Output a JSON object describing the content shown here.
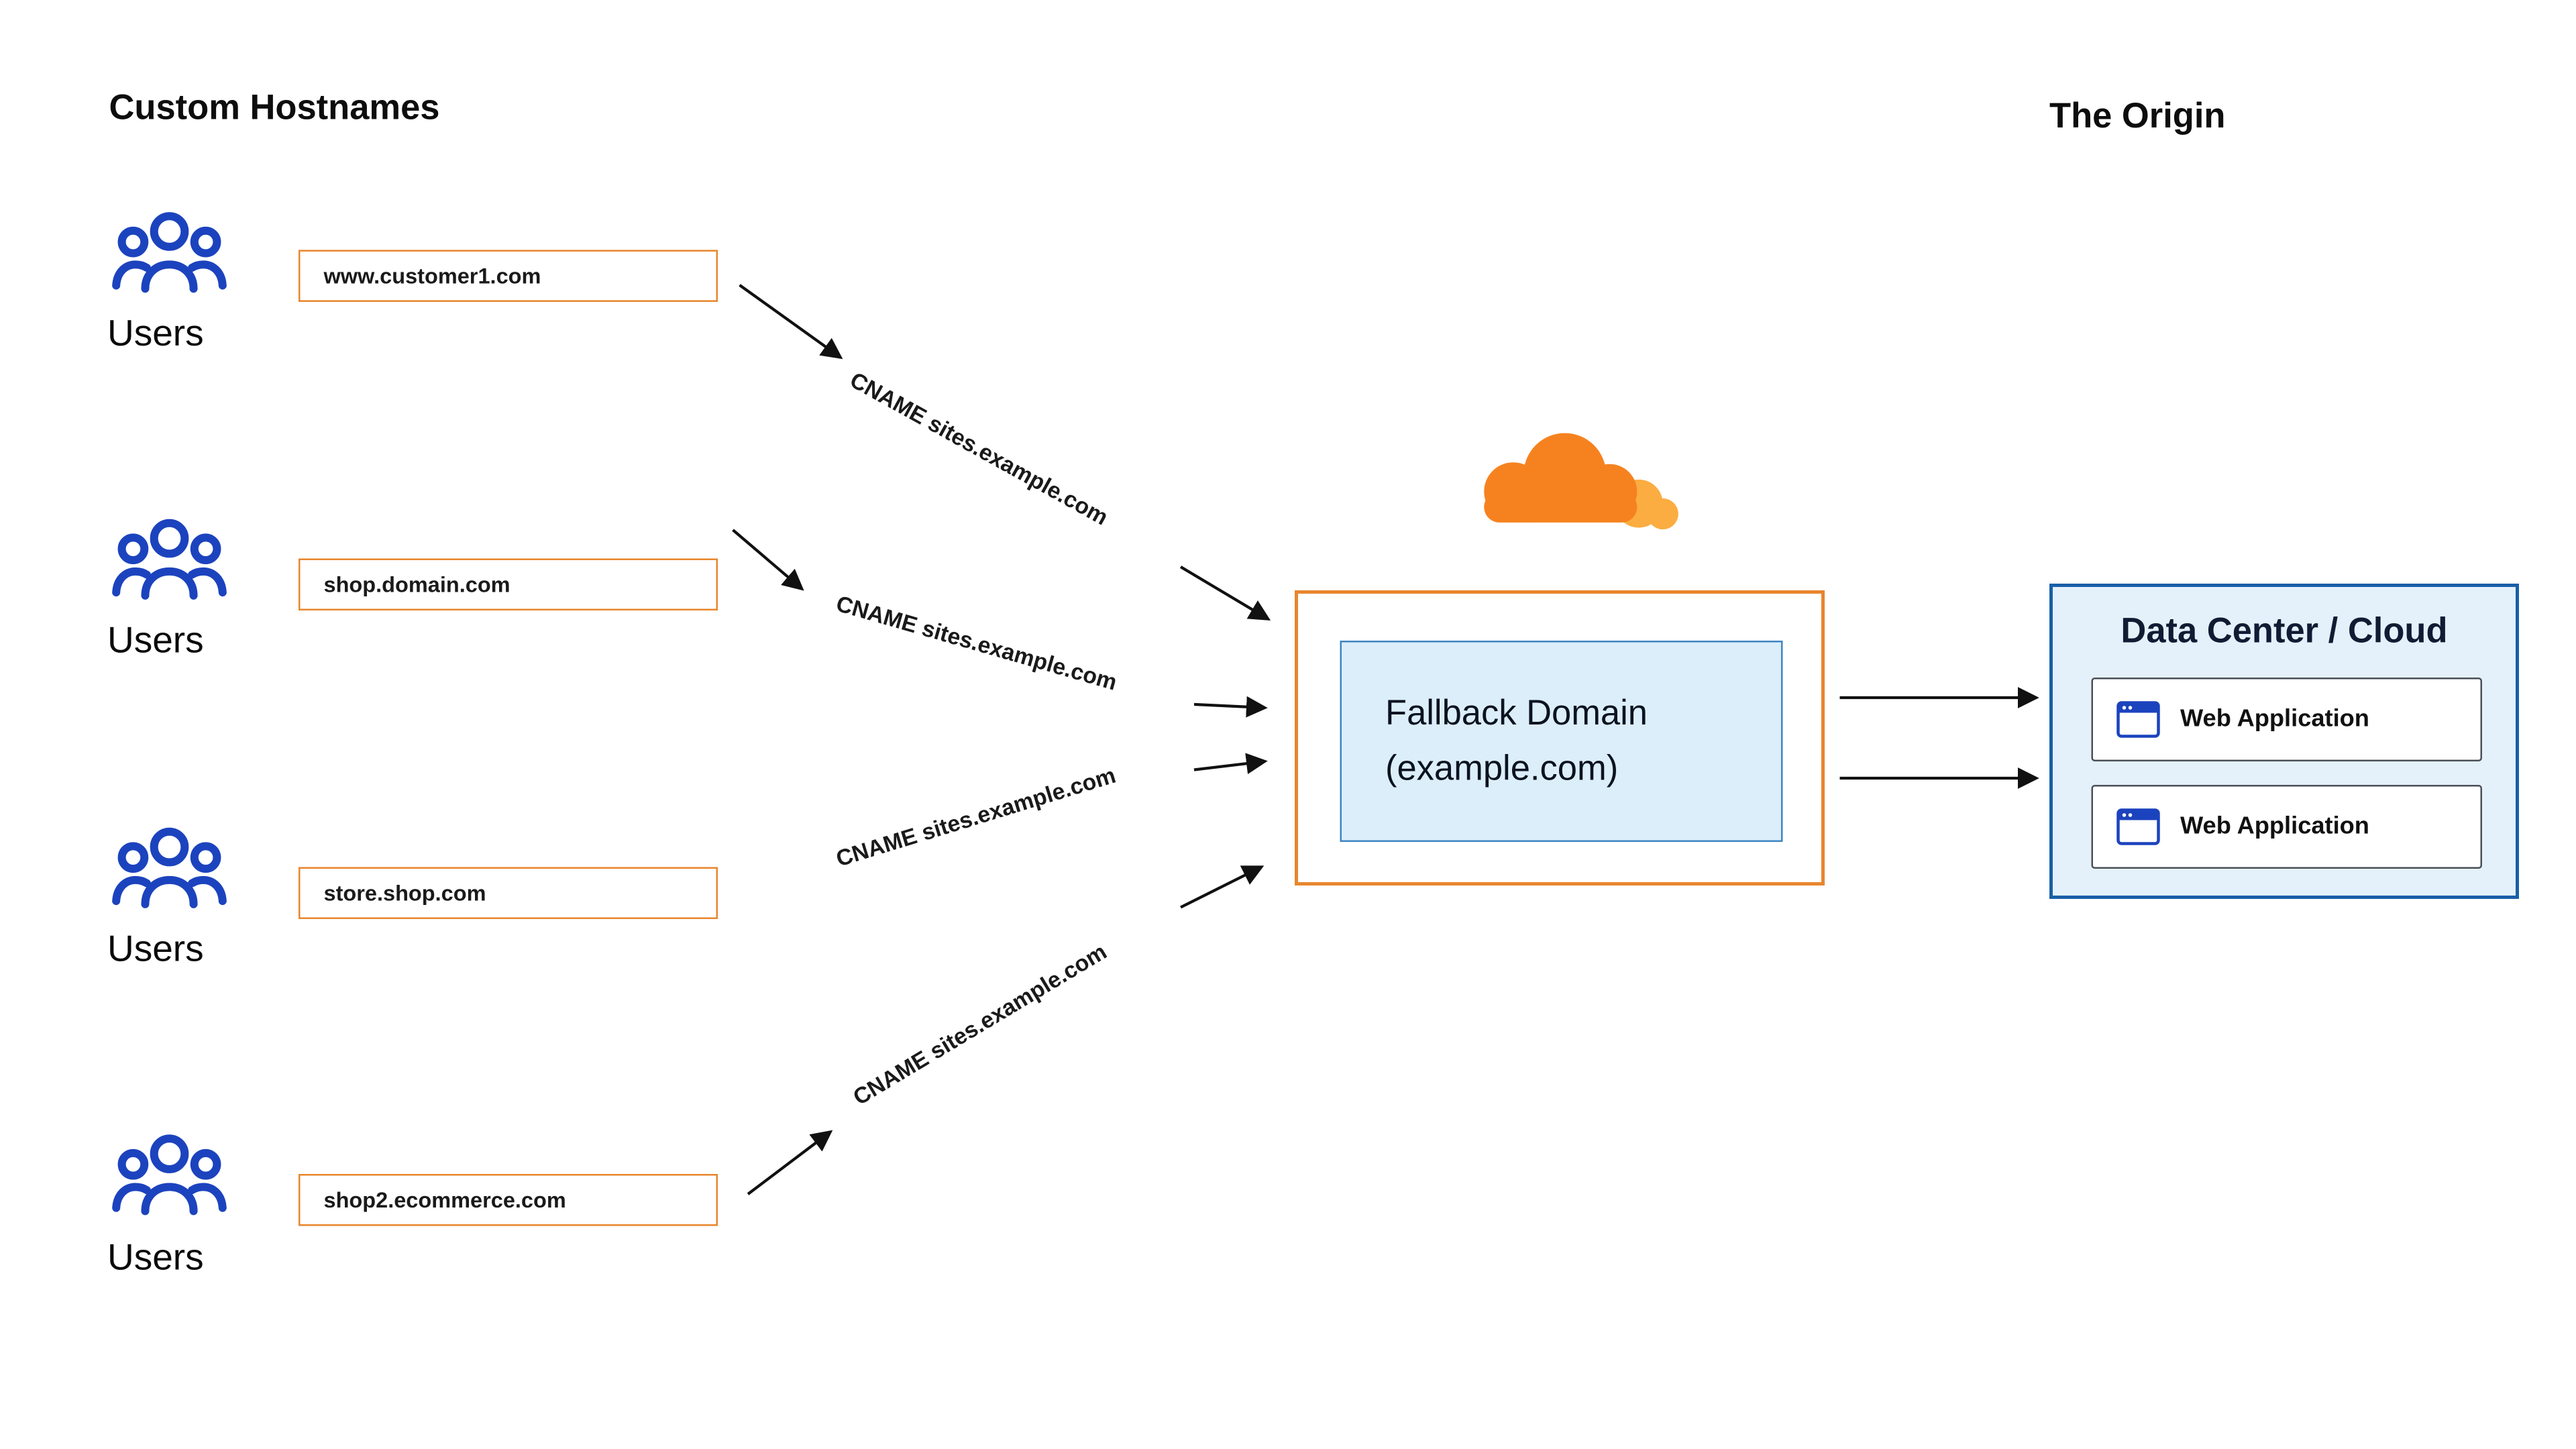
{
  "titles": {
    "custom_hostnames": "Custom Hostnames",
    "the_origin": "The Origin"
  },
  "rows": [
    {
      "users_label": "Users",
      "hostname": "www.customer1.com",
      "cname": "CNAME sites.example.com"
    },
    {
      "users_label": "Users",
      "hostname": "shop.domain.com",
      "cname": "CNAME sites.example.com"
    },
    {
      "users_label": "Users",
      "hostname": "store.shop.com",
      "cname": "CNAME sites.example.com"
    },
    {
      "users_label": "Users",
      "hostname": "shop2.ecommerce.com",
      "cname": "CNAME sites.example.com"
    }
  ],
  "center": {
    "line1": "Fallback Domain",
    "line2": "(example.com)"
  },
  "origin": {
    "title": "Data Center / Cloud",
    "apps": [
      {
        "label": "Web Application"
      },
      {
        "label": "Web Application"
      }
    ]
  },
  "icons": {
    "users": "users-icon",
    "cloudflare": "cloudflare-logo",
    "web_app": "browser-window-icon"
  },
  "colors": {
    "accent_orange": "#E8862D",
    "cloudflare_orange": "#F6821F",
    "cloudflare_light_orange": "#FBAD41",
    "primary_blue": "#1C43BE",
    "panel_blue_bg": "#E4F1FB",
    "panel_blue_border": "#1A5FA8",
    "inner_blue_bg": "#DCEEFA",
    "inner_blue_border": "#3E86C2",
    "arrow_black": "#111111"
  }
}
